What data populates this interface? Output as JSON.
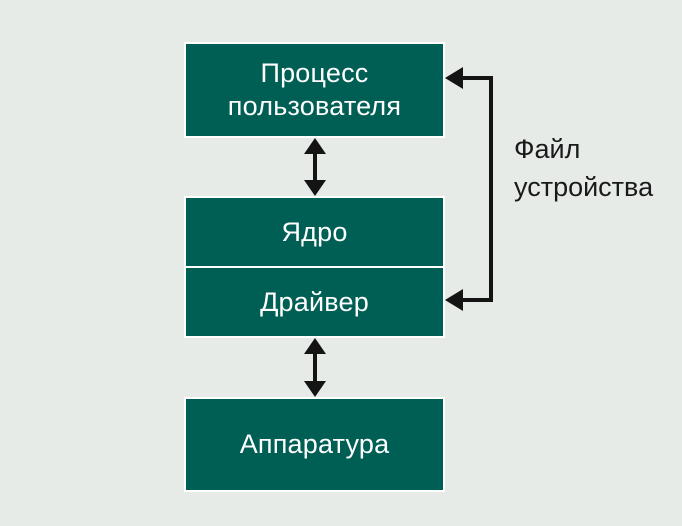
{
  "colors": {
    "background": "#e6ebe8",
    "box_fill": "#005f55",
    "box_border": "#ffffff",
    "box_text": "#ffffff",
    "arrow": "#141414",
    "label_text": "#1a1a1a"
  },
  "nodes": {
    "user_process": {
      "line1": "Процесс",
      "line2": "пользователя"
    },
    "kernel": {
      "label": "Ядро"
    },
    "driver": {
      "label": "Драйвер"
    },
    "hardware": {
      "label": "Аппаратура"
    }
  },
  "edges": [
    {
      "from": "user_process",
      "to": "kernel",
      "direction": "both"
    },
    {
      "from": "driver",
      "to": "hardware",
      "direction": "both"
    },
    {
      "from": "driver",
      "to": "user_process",
      "direction": "bracket",
      "label": "device_file"
    }
  ],
  "device_file": {
    "line1": "Файл",
    "line2": "устройства"
  }
}
